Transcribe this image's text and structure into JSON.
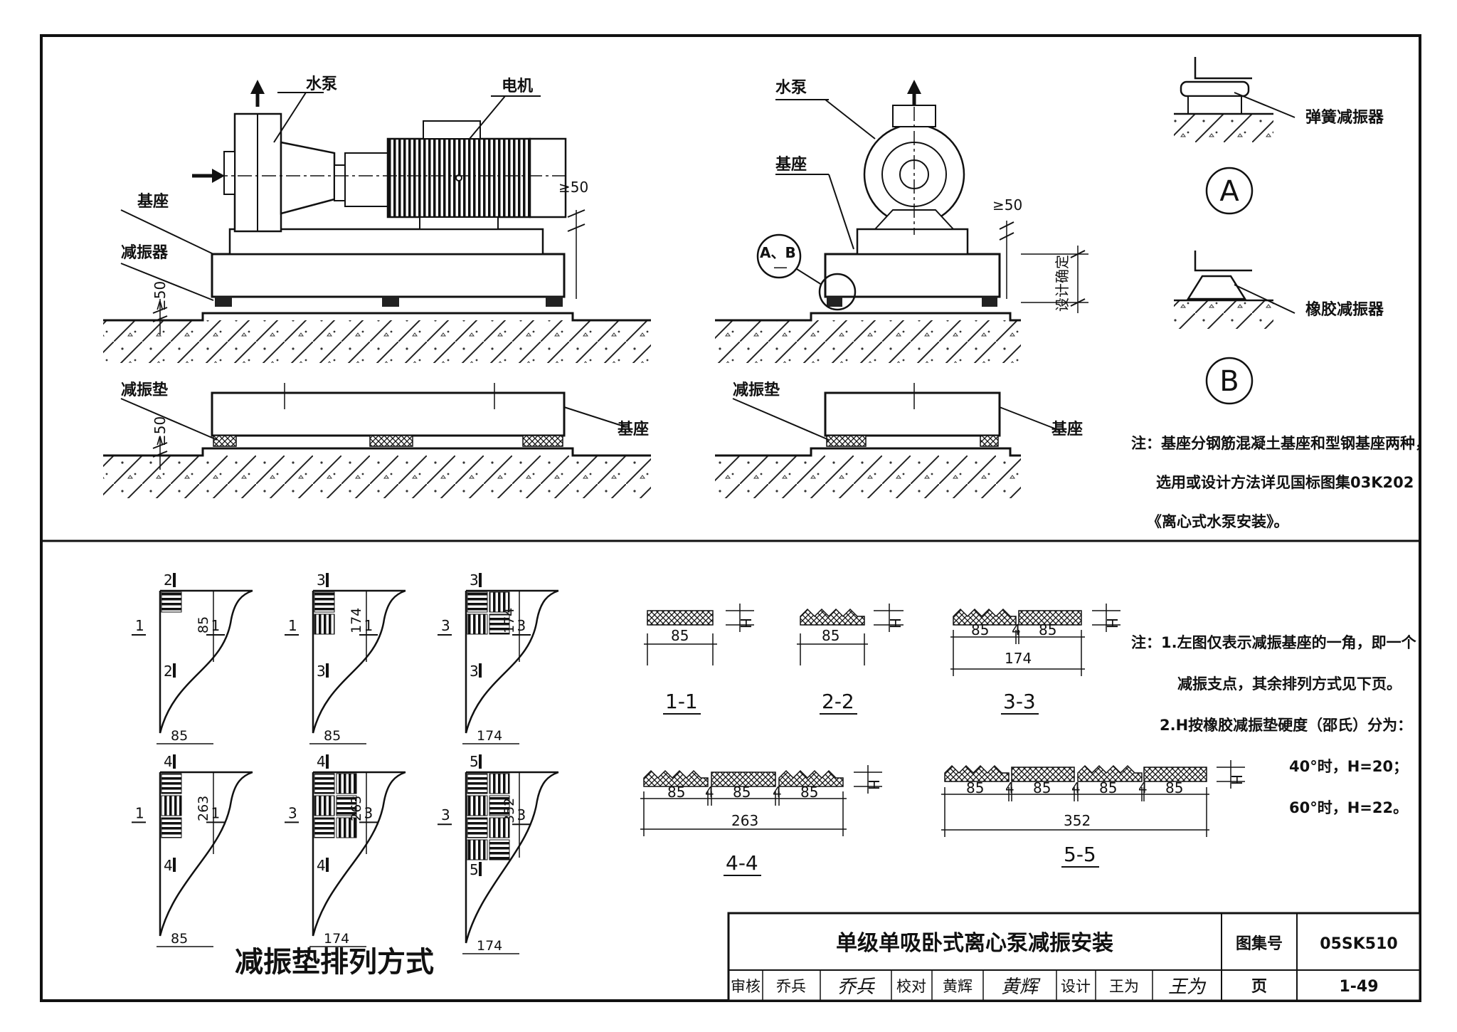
{
  "top": {
    "side_view": {
      "pump": "水泵",
      "motor": "电机",
      "base": "基座",
      "isolator": "减振器",
      "dim_top": "≥50",
      "dim_left": "≥50"
    },
    "end_view": {
      "pump": "水泵",
      "base": "基座",
      "callout": "A、B",
      "callout_sub": "—",
      "dim_top": "≥50",
      "dim_right": "设计确定"
    },
    "pad_side_view": {
      "pad": "减振垫",
      "base": "基座",
      "dim_left": "≥50"
    },
    "pad_end_view": {
      "pad": "减振垫",
      "base": "基座"
    },
    "detail_a": {
      "label": "弹簧减振器",
      "letter": "A"
    },
    "detail_b": {
      "label": "橡胶减振器",
      "letter": "B"
    },
    "note": {
      "line1": "注：基座分钢筋混凝土基座和型钢基座两种，",
      "line2": "选用或设计方法详见国标图集03K202",
      "line3": "《离心式水泵安装》。"
    }
  },
  "bottom": {
    "arrangement_title": "减振垫排列方式",
    "corners": [
      {
        "t1": "2",
        "b1": "2",
        "l1": "1",
        "r1": "1",
        "d1": "85",
        "d2": "85"
      },
      {
        "t1": "3",
        "b1": "3",
        "l1": "1",
        "r1": "1",
        "d1": "174",
        "d2": "85"
      },
      {
        "t1": "3",
        "b1": "3",
        "l1": "3",
        "r1": "3",
        "d1": "174",
        "d2": "174"
      },
      {
        "t1": "4",
        "b1": "4",
        "l1": "1",
        "r1": "1",
        "d1": "263",
        "d2": "85"
      },
      {
        "t1": "4",
        "b1": "4",
        "l1": "3",
        "r1": "3",
        "d1": "263",
        "d2": "174"
      },
      {
        "t1": "5",
        "b1": "5",
        "l1": "3",
        "r1": "3",
        "d1": "352",
        "d2": "174"
      }
    ],
    "sections": {
      "s11": {
        "label": "1-1",
        "w": "85",
        "h": "H"
      },
      "s22": {
        "label": "2-2",
        "w": "85",
        "h": "H"
      },
      "s33": {
        "label": "3-3",
        "a": "85",
        "g": "4",
        "b": "85",
        "total": "174",
        "h": "H"
      },
      "s44": {
        "label": "4-4",
        "a": "85",
        "g1": "4",
        "b": "85",
        "g2": "4",
        "c": "85",
        "total": "263",
        "h": "H"
      },
      "s55": {
        "label": "5-5",
        "a": "85",
        "g1": "4",
        "b": "85",
        "g2": "4",
        "c": "85",
        "g3": "4",
        "d": "85",
        "total": "352",
        "h": "H"
      }
    },
    "note": {
      "line1": "注：1.左图仅表示减振基座的一角，即一个",
      "line2": "减振支点，其余排列方式见下页。",
      "line3": "2.H按橡胶减振垫硬度（邵氏）分为：",
      "line4": "40°时，H=20；",
      "line5": "60°时，H=22。"
    }
  },
  "title_block": {
    "title": "单级单吸卧式离心泵减振安装",
    "atlas_label": "图集号",
    "atlas_no": "05SK510",
    "review_label": "审核",
    "reviewer": "乔兵",
    "reviewer_sig": "乔兵",
    "check_label": "校对",
    "checker": "黄辉",
    "checker_sig": "黄辉",
    "design_label": "设计",
    "designer": "王为",
    "designer_sig": "王为",
    "page_label": "页",
    "page_no": "1-49"
  }
}
